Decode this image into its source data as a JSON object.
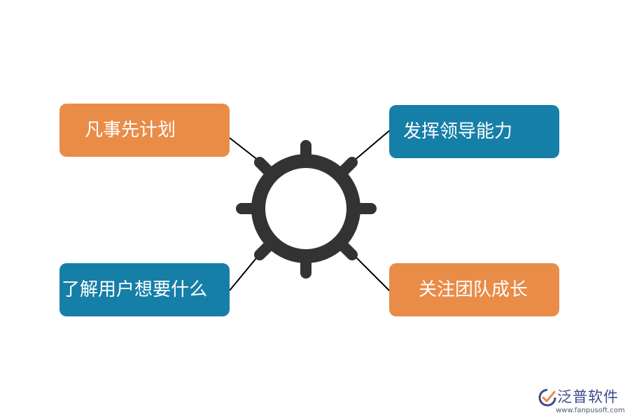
{
  "diagram": {
    "center": {
      "icon": "gear-icon",
      "color": "#333333"
    },
    "nodes": [
      {
        "id": "top-left",
        "label": "凡事先计划",
        "color": "#e98c48"
      },
      {
        "id": "top-right",
        "label": "发挥领导能力",
        "color": "#167fa8"
      },
      {
        "id": "bottom-left",
        "label": "了解用户想要什么",
        "color": "#167fa8"
      },
      {
        "id": "bottom-right",
        "label": "关注团队成长",
        "color": "#e98c48"
      }
    ]
  },
  "watermark": {
    "icon": "fanpu-logo-icon",
    "name": "泛普软件",
    "url": "www.fanpusoft.com"
  }
}
